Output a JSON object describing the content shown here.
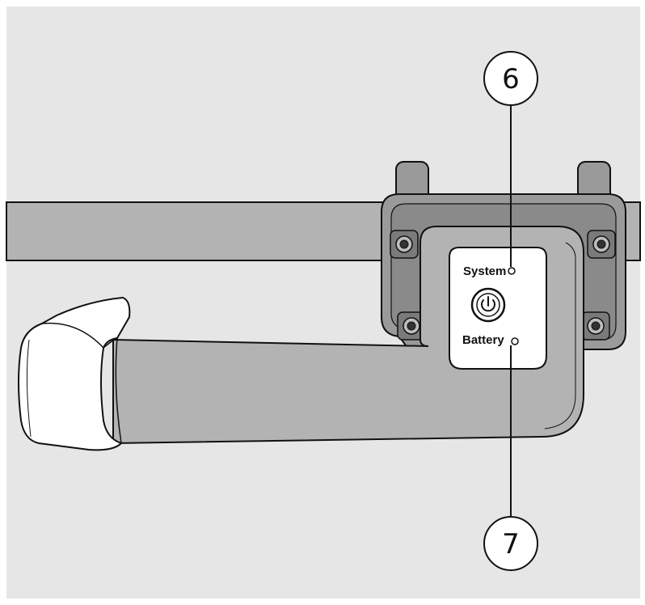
{
  "panel": {
    "system_label": "System",
    "battery_label": "Battery"
  },
  "callouts": [
    {
      "number": "6",
      "target": "system-indicator"
    },
    {
      "number": "7",
      "target": "battery-indicator"
    }
  ],
  "colors": {
    "background": "#e6e6e6",
    "tube_fill": "#b3b3b3",
    "bracket_fill": "#9a9a9a",
    "bracket_inner": "#8a8a8a",
    "panel_fill": "#ffffff",
    "grip_fill": "#ffffff",
    "outline": "#111111"
  },
  "icons": {
    "power_button": "power-icon"
  }
}
